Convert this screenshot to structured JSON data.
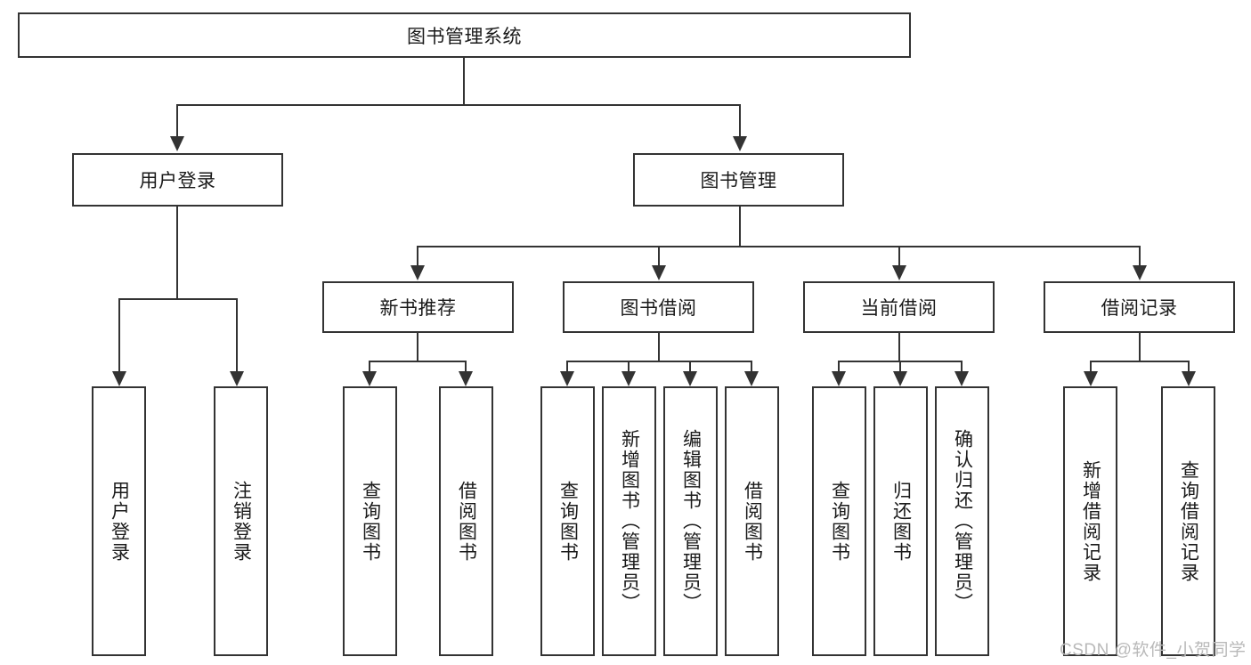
{
  "diagram": {
    "type": "tree-hierarchy",
    "title": "图书管理系统",
    "root": {
      "id": "root",
      "label": "图书管理系统"
    },
    "level1": [
      {
        "id": "user-login",
        "label": "用户登录"
      },
      {
        "id": "book-management",
        "label": "图书管理"
      }
    ],
    "level2": [
      {
        "id": "new-book-recommend",
        "label": "新书推荐",
        "parent": "book-management"
      },
      {
        "id": "book-borrow",
        "label": "图书借阅",
        "parent": "book-management"
      },
      {
        "id": "current-borrow",
        "label": "当前借阅",
        "parent": "book-management"
      },
      {
        "id": "borrow-record",
        "label": "借阅记录",
        "parent": "book-management"
      }
    ],
    "leaves": [
      {
        "id": "leaf-user-login",
        "label": "用户登录",
        "parent": "user-login"
      },
      {
        "id": "leaf-user-logout",
        "label": "注销登录",
        "parent": "user-login"
      },
      {
        "id": "leaf-query-book-1",
        "label": "查询图书",
        "parent": "new-book-recommend"
      },
      {
        "id": "leaf-borrow-book-1",
        "label": "借阅图书",
        "parent": "new-book-recommend"
      },
      {
        "id": "leaf-query-book-2",
        "label": "查询图书",
        "parent": "book-borrow"
      },
      {
        "id": "leaf-add-book",
        "label": "新增图书（管理员）",
        "parent": "book-borrow"
      },
      {
        "id": "leaf-edit-book",
        "label": "编辑图书（管理员）",
        "parent": "book-borrow"
      },
      {
        "id": "leaf-borrow-book-2",
        "label": "借阅图书",
        "parent": "book-borrow"
      },
      {
        "id": "leaf-query-book-3",
        "label": "查询图书",
        "parent": "current-borrow"
      },
      {
        "id": "leaf-return-book",
        "label": "归还图书",
        "parent": "current-borrow"
      },
      {
        "id": "leaf-confirm-return",
        "label": "确认归还（管理员）",
        "parent": "current-borrow"
      },
      {
        "id": "leaf-add-record",
        "label": "新增借阅记录",
        "parent": "borrow-record"
      },
      {
        "id": "leaf-query-record",
        "label": "查询借阅记录",
        "parent": "borrow-record"
      }
    ],
    "colors": {
      "stroke": "#333333",
      "fill": "#ffffff",
      "text": "#1a1a1a",
      "watermark": "#b9b9b9"
    }
  },
  "watermark": {
    "text": "CSDN @软件_小贺同学"
  }
}
